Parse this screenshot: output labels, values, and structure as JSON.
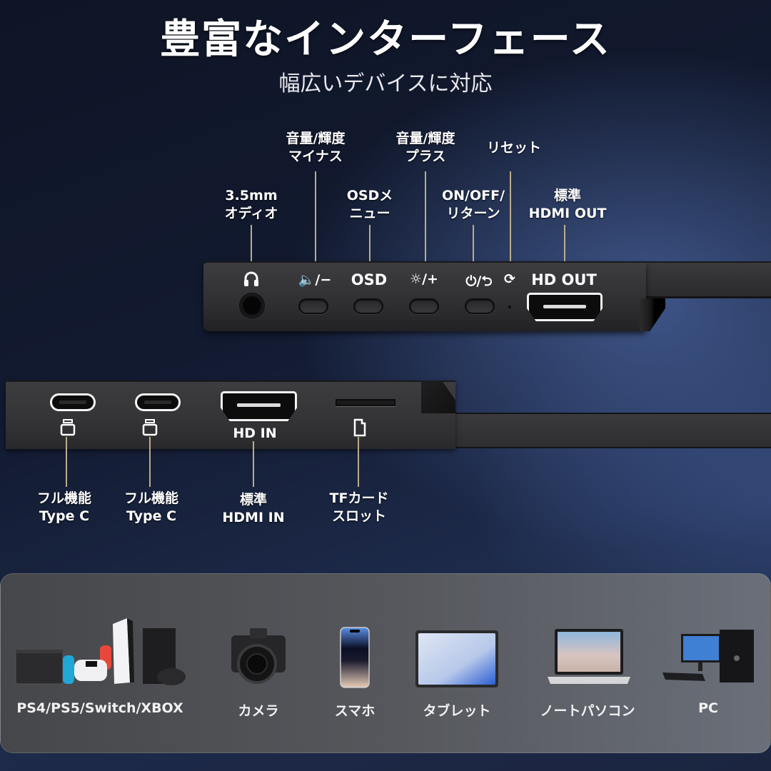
{
  "header": {
    "title": "豊富なインターフェース",
    "subtitle": "幅広いデバイスに対応"
  },
  "top_panel": {
    "labels": {
      "audio": [
        "3.5mm",
        "オディオ"
      ],
      "vol_minus": [
        "音量/輝度",
        "マイナス"
      ],
      "osd": [
        "OSDメ",
        "ニュー"
      ],
      "vol_plus": [
        "音量/輝度",
        "プラス"
      ],
      "power": [
        "ON/OFF/",
        "リターン"
      ],
      "reset": [
        "リセット"
      ],
      "hdmi_out": [
        "標準",
        "HDMI OUT"
      ]
    },
    "port_marks": {
      "audio": "headphones-icon",
      "vol_minus": "🔈/−",
      "osd": "OSD",
      "vol_plus": "☼/+",
      "power": "⏻/⮌",
      "reset": "⟳",
      "hdmi_out": "HD OUT"
    }
  },
  "bottom_panel": {
    "labels": {
      "typec1": [
        "フル機能",
        "Type C"
      ],
      "typec2": [
        "フル機能",
        "Type C"
      ],
      "hdmi_in": [
        "標準",
        "HDMI IN"
      ],
      "tf": [
        "TFカード",
        "スロット"
      ]
    },
    "port_marks": {
      "hdmi_in": "HD IN"
    }
  },
  "devices": {
    "items": [
      {
        "label": "PS4/PS5/Switch/XBOX",
        "icon": "game-consoles-icon"
      },
      {
        "label": "カメラ",
        "icon": "camera-icon"
      },
      {
        "label": "スマホ",
        "icon": "smartphone-icon"
      },
      {
        "label": "タブレット",
        "icon": "tablet-icon"
      },
      {
        "label": "ノートパソコン",
        "icon": "laptop-icon"
      },
      {
        "label": "PC",
        "icon": "desktop-pc-icon"
      }
    ]
  },
  "colors": {
    "background": "#131a2e",
    "leader_line": "#b9ad8a",
    "panel": "#333336",
    "devices_box": "#55575c"
  }
}
